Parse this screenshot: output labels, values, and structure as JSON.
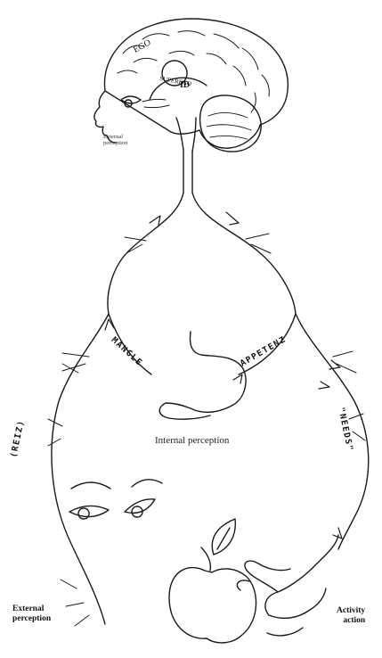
{
  "brain": {
    "ego": "EGO",
    "superego": "SUPEREGO",
    "id": "ID",
    "external_perception_small": "External\nperception"
  },
  "labels": {
    "mangle": "MANGLE",
    "appetenz": "APPETENZ",
    "reiz": "(REIZ)",
    "needs": "\"NEEDS\"",
    "internal_perception": "Internal perception",
    "external_perception": "External\nperception",
    "activity_action": "Activity\naction"
  },
  "colors": {
    "ink": "#1a1a1a",
    "background": "#ffffff"
  }
}
